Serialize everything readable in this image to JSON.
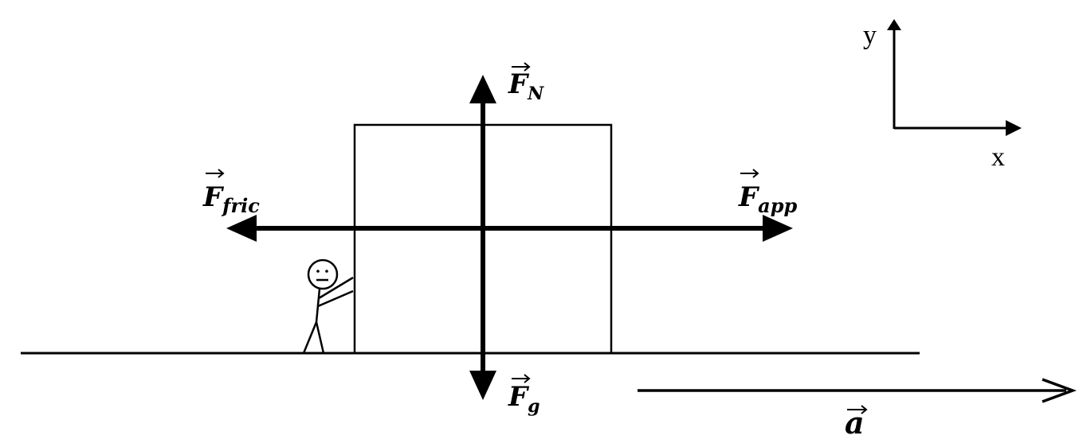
{
  "forces": {
    "normal": {
      "symbol": "F",
      "subscript": "N"
    },
    "gravity": {
      "symbol": "F",
      "subscript": "g"
    },
    "friction": {
      "symbol": "F",
      "subscript": "fric"
    },
    "applied": {
      "symbol": "F",
      "subscript": "app"
    }
  },
  "acceleration": {
    "symbol": "a"
  },
  "axes": {
    "x_label": "x",
    "y_label": "y"
  },
  "colors": {
    "ink": "#000000",
    "background": "#ffffff"
  }
}
